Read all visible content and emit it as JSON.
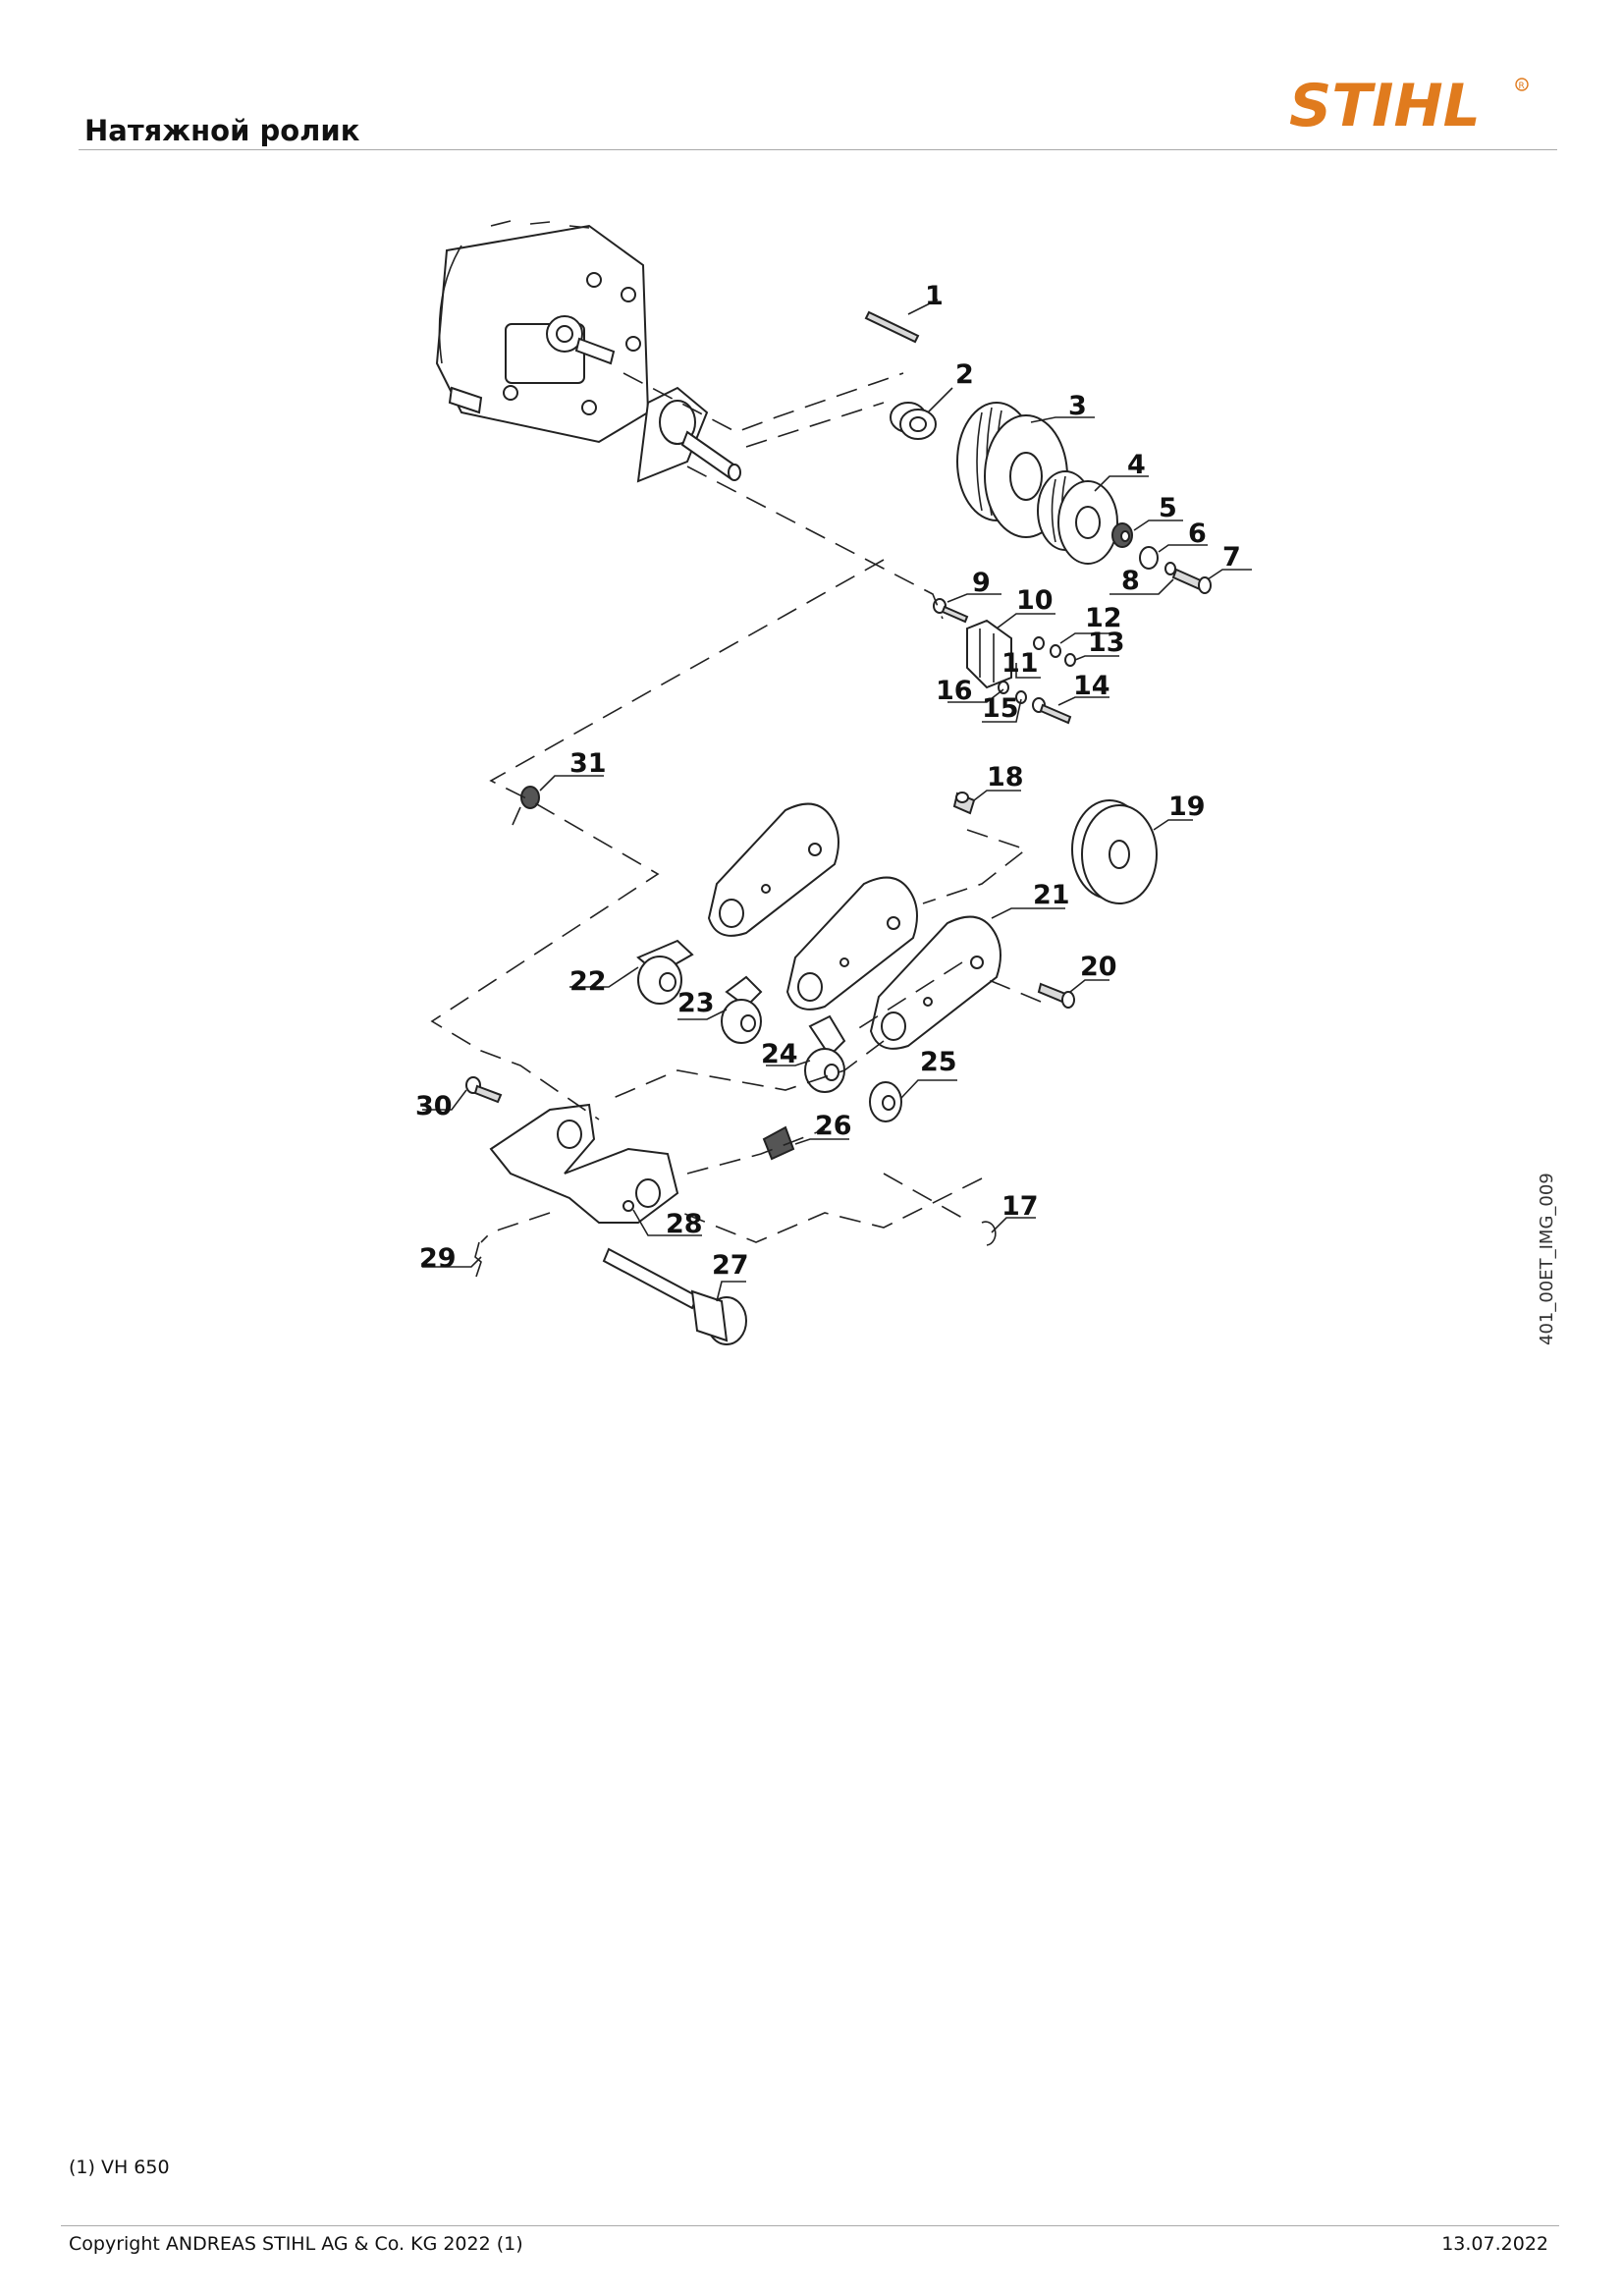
{
  "header": {
    "title": "Натяжной ролик"
  },
  "brand": {
    "name": "STIHL",
    "color": "#e07b1e"
  },
  "diagram": {
    "side_code": "401_00ET_IMG_009",
    "labels": [
      "1",
      "2",
      "3",
      "4",
      "5",
      "6",
      "7",
      "8",
      "9",
      "10",
      "11",
      "12",
      "13",
      "14",
      "15",
      "16",
      "17",
      "18",
      "19",
      "20",
      "21",
      "22",
      "23",
      "24",
      "25",
      "26",
      "27",
      "28",
      "29",
      "30",
      "31"
    ]
  },
  "footnote": "(1) VH 650",
  "footer": {
    "copyright": "Copyright ANDREAS STIHL AG & Co. KG 2022 (1)",
    "date": "13.07.2022"
  }
}
